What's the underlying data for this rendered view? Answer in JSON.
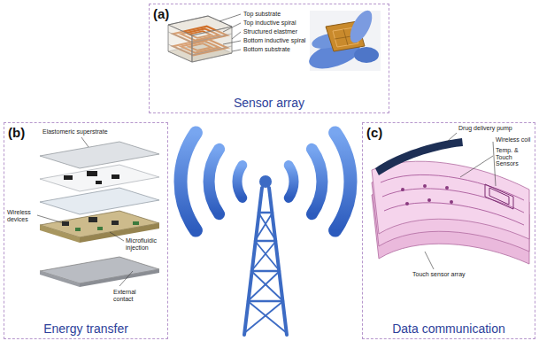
{
  "diagram": {
    "nodes": [
      {
        "text": [
          "(a)",
          "Sensor array"
        ]
      },
      {
        "text": [
          "(b)",
          "Energy transfer"
        ]
      },
      {
        "text": [
          "(c)",
          "Data communication"
        ]
      }
    ],
    "labels": [
      "Top substrate",
      "Top inductive spiral",
      "Structured elastmer",
      "Bottom inductive spiral",
      "Bottom substrate",
      "Elastomeric superstrate",
      "Wireless devices",
      "Microfluidic injection",
      "External contact",
      "Drug delivery pump",
      "Wireless coil",
      "Temp. & Touch Sensors",
      "Touch sensor array"
    ]
  }
}
